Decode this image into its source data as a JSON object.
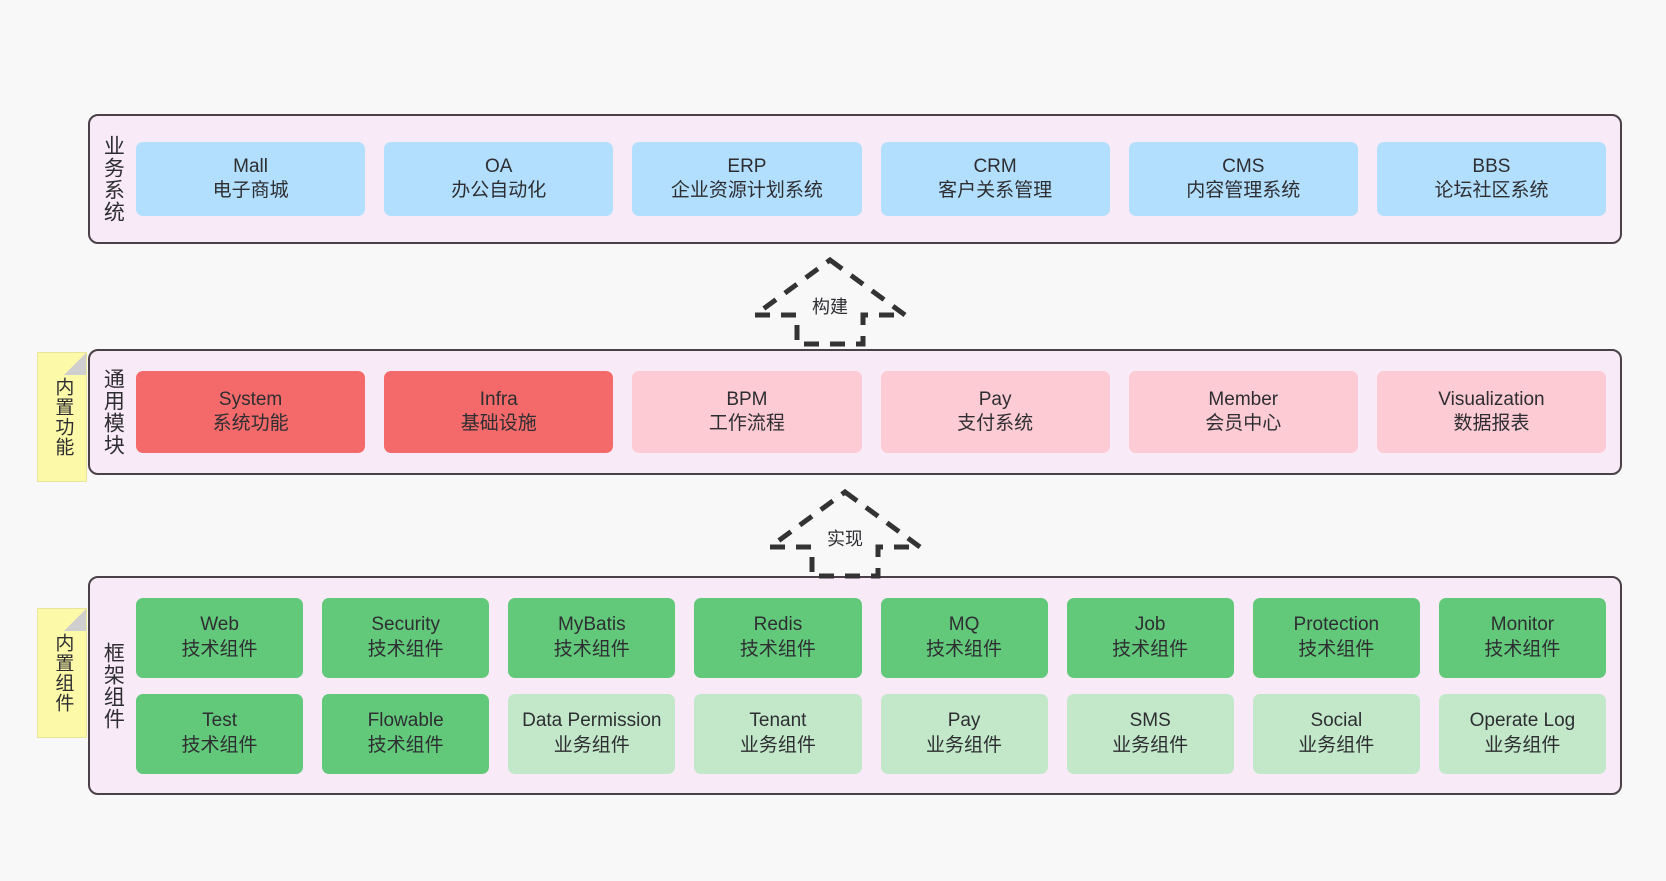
{
  "diagram": {
    "title": "",
    "colors": {
      "page_bg": "#f8f8f8",
      "band_bg": "#f8eaf6",
      "band_border": "#4a4048",
      "blue": "#b2dffd",
      "red": "#f46a6a",
      "pink": "#fccbd3",
      "green": "#62c97b",
      "green_light": "#c2e8c9",
      "note": "#fcfaa8",
      "note_fold": "#cfcfcf"
    }
  },
  "bands": [
    {
      "id": "business",
      "label": "业务系统",
      "rows": [
        [
          {
            "en": "Mall",
            "cn": "电子商城",
            "color": "blue"
          },
          {
            "en": "OA",
            "cn": "办公自动化",
            "color": "blue"
          },
          {
            "en": "ERP",
            "cn": "企业资源计划系统",
            "color": "blue"
          },
          {
            "en": "CRM",
            "cn": "客户关系管理",
            "color": "blue"
          },
          {
            "en": "CMS",
            "cn": "内容管理系统",
            "color": "blue"
          },
          {
            "en": "BBS",
            "cn": "论坛社区系统",
            "color": "blue"
          }
        ]
      ]
    },
    {
      "id": "common",
      "label": "通用模块",
      "note": "内置功能",
      "rows": [
        [
          {
            "en": "System",
            "cn": "系统功能",
            "color": "red"
          },
          {
            "en": "Infra",
            "cn": "基础设施",
            "color": "red"
          },
          {
            "en": "BPM",
            "cn": "工作流程",
            "color": "pink"
          },
          {
            "en": "Pay",
            "cn": "支付系统",
            "color": "pink"
          },
          {
            "en": "Member",
            "cn": "会员中心",
            "color": "pink"
          },
          {
            "en": "Visualization",
            "cn": "数据报表",
            "color": "pink"
          }
        ]
      ]
    },
    {
      "id": "framework",
      "label": "框架组件",
      "note": "内置组件",
      "rows": [
        [
          {
            "en": "Web",
            "cn": "技术组件",
            "color": "green"
          },
          {
            "en": "Security",
            "cn": "技术组件",
            "color": "green"
          },
          {
            "en": "MyBatis",
            "cn": "技术组件",
            "color": "green"
          },
          {
            "en": "Redis",
            "cn": "技术组件",
            "color": "green"
          },
          {
            "en": "MQ",
            "cn": "技术组件",
            "color": "green"
          },
          {
            "en": "Job",
            "cn": "技术组件",
            "color": "green"
          },
          {
            "en": "Protection",
            "cn": "技术组件",
            "color": "green"
          },
          {
            "en": "Monitor",
            "cn": "技术组件",
            "color": "green"
          }
        ],
        [
          {
            "en": "Test",
            "cn": "技术组件",
            "color": "green"
          },
          {
            "en": "Flowable",
            "cn": "技术组件",
            "color": "green"
          },
          {
            "en": "Data Permission",
            "cn": "业务组件",
            "color": "green_light"
          },
          {
            "en": "Tenant",
            "cn": "业务组件",
            "color": "green_light"
          },
          {
            "en": "Pay",
            "cn": "业务组件",
            "color": "green_light"
          },
          {
            "en": "SMS",
            "cn": "业务组件",
            "color": "green_light"
          },
          {
            "en": "Social",
            "cn": "业务组件",
            "color": "green_light"
          },
          {
            "en": "Operate Log",
            "cn": "业务组件",
            "color": "green_light"
          }
        ]
      ]
    }
  ],
  "arrows": [
    {
      "id": "build",
      "label": "构建",
      "style": "dashed-hollow-block-arrow",
      "direction": "up"
    },
    {
      "id": "impl",
      "label": "实现",
      "style": "dashed-hollow-block-arrow",
      "direction": "up"
    }
  ]
}
